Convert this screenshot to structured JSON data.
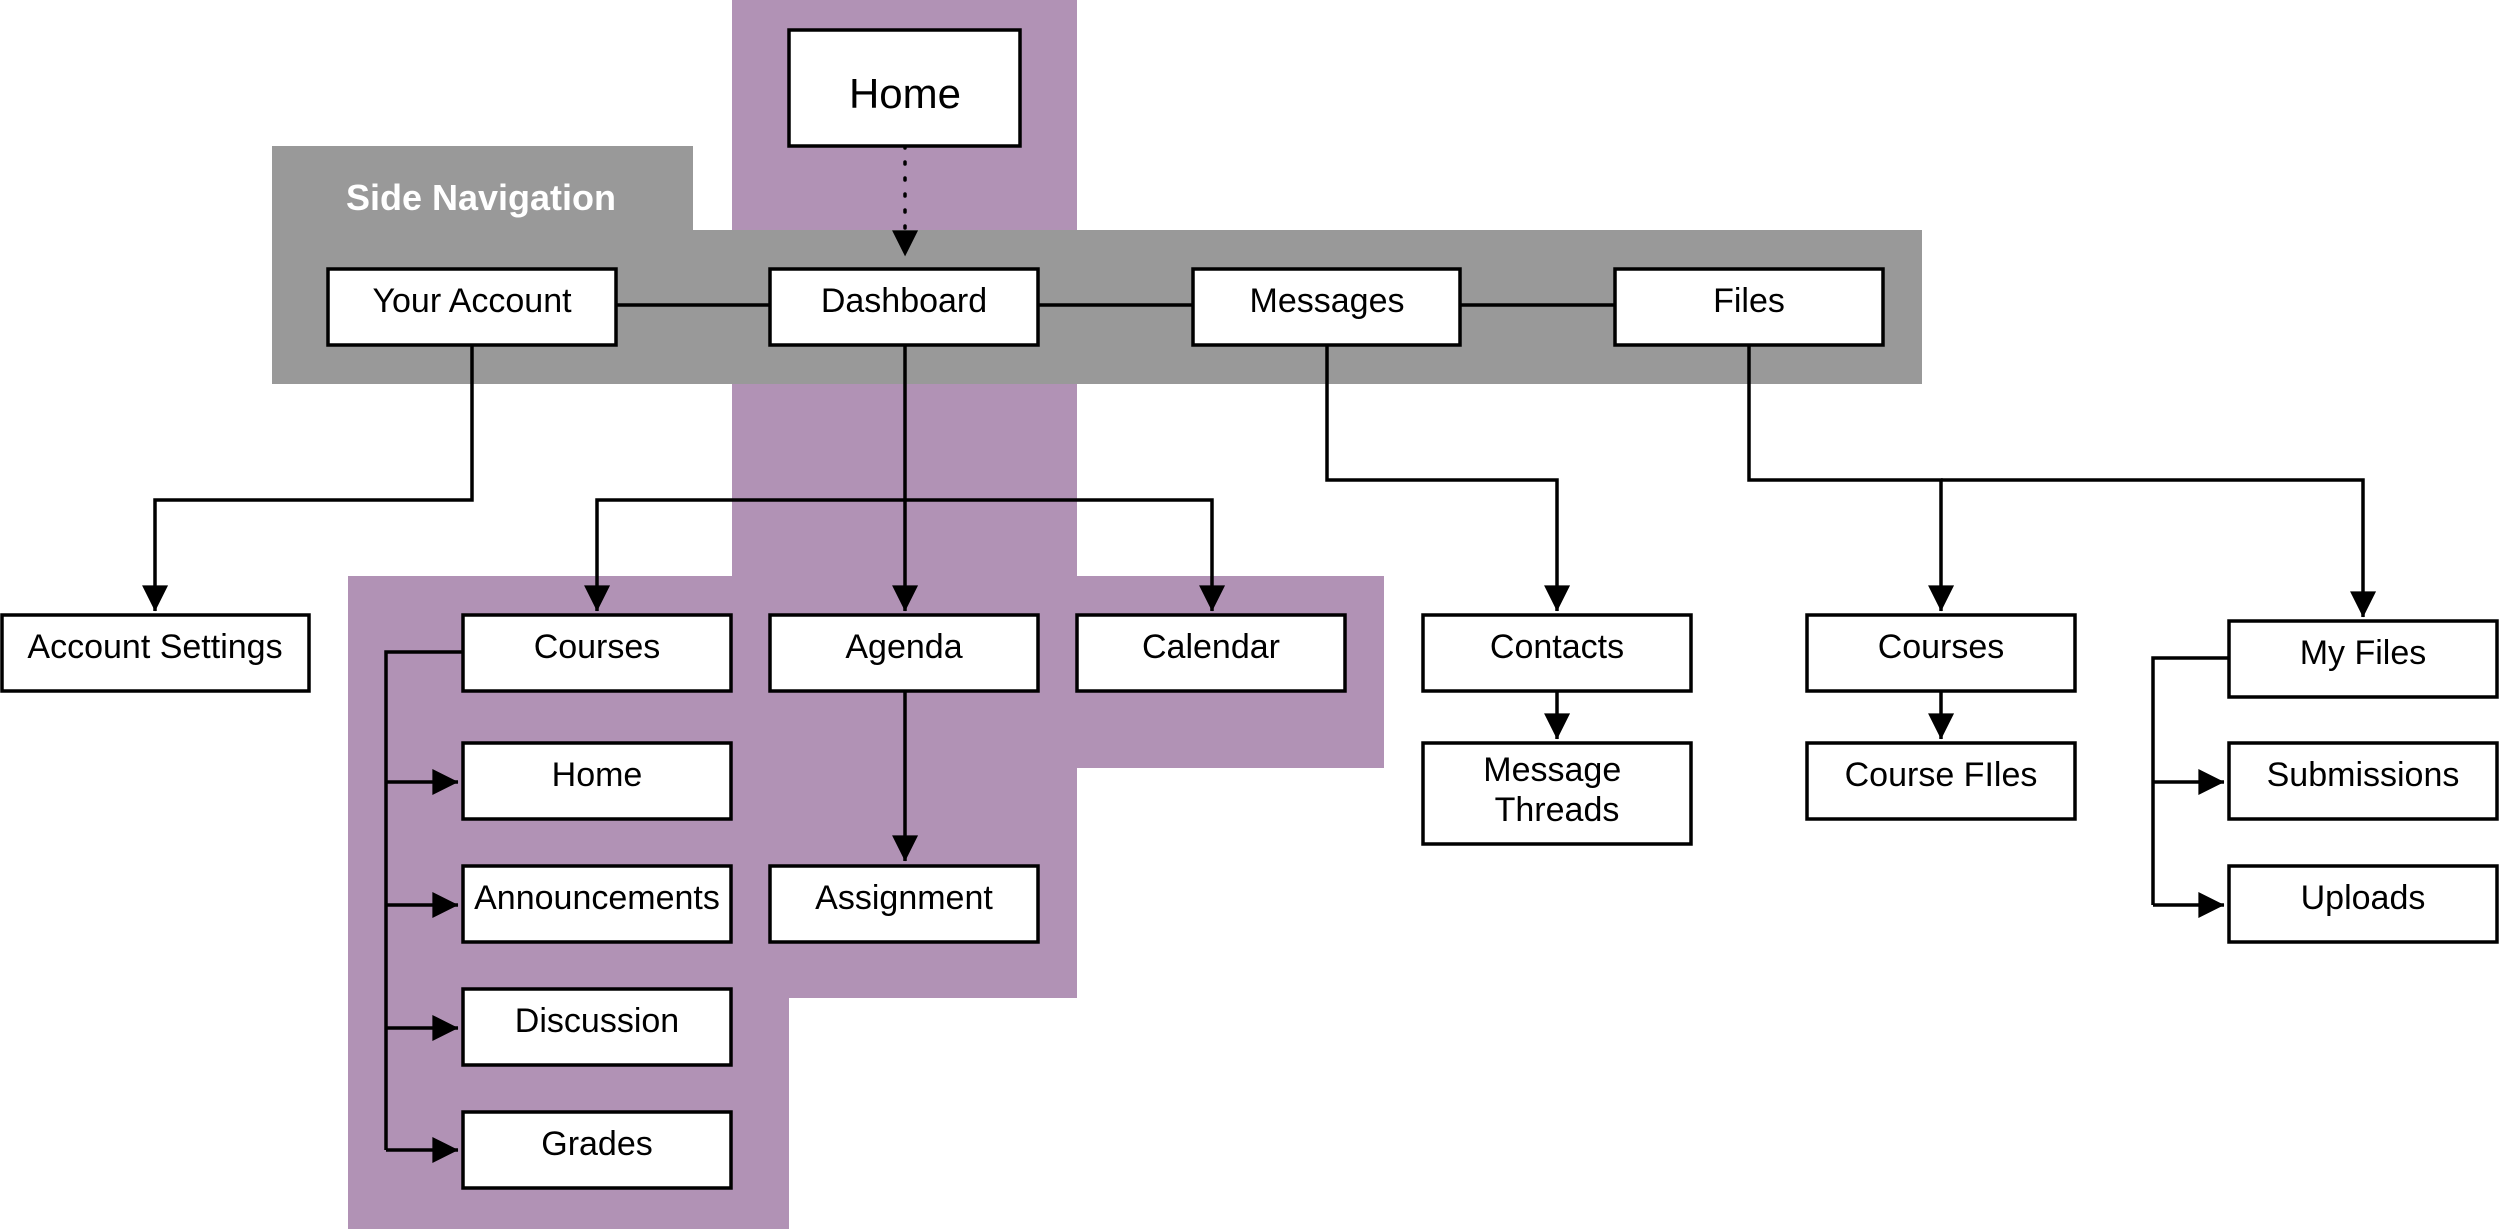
{
  "colors": {
    "purple_region": "#b192b5",
    "gray_region": "#999999",
    "box_fill": "#ffffff",
    "line": "#000000"
  },
  "regions": {
    "side_navigation": "Side Navigation"
  },
  "nodes": {
    "home_top": "Home",
    "your_account": "Your Account",
    "dashboard": "Dashboard",
    "messages": "Messages",
    "files": "Files",
    "account_settings": "Account Settings",
    "courses": "Courses",
    "agenda": "Agenda",
    "calendar": "Calendar",
    "contacts": "Contacts",
    "files_courses": "Courses",
    "my_files": "My Files",
    "course_home": "Home",
    "announcements": "Announcements",
    "discussion": "Discussion",
    "grades": "Grades",
    "assignment": "Assignment",
    "message_threads": [
      "Message",
      "Threads"
    ],
    "course_files": "Course FIles",
    "submissions": "Submissions",
    "uploads": "Uploads"
  }
}
